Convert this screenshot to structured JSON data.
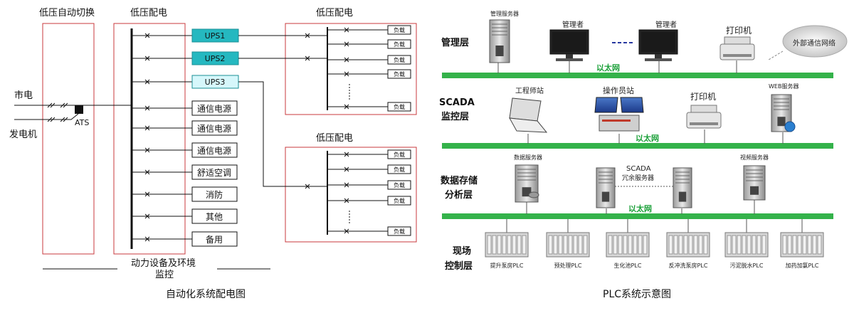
{
  "left": {
    "ats_title": "低压自动切换",
    "main_title": "低压配电",
    "dist_title_top": "低压配电",
    "dist_title_bottom": "低压配电",
    "source_city": "市电",
    "source_gen": "发电机",
    "ats": "ATS",
    "ups": [
      "UPS1",
      "UPS2",
      "UPS3"
    ],
    "feeders": [
      "通信电源",
      "通信电源",
      "通信电源",
      "舒适空调",
      "消防",
      "其他",
      "备用"
    ],
    "load": "负载",
    "monitor": [
      "动力设备及环境",
      "监控"
    ],
    "caption": "自动化系统配电图",
    "colors": {
      "ups_dark": "#25b8c0",
      "ups_light": "#d6f7fb",
      "frame": "#c8393c"
    }
  },
  "right": {
    "layers": {
      "management": "管理层",
      "scada": [
        "SCADA",
        "监控层"
      ],
      "storage": [
        "数据存储",
        "分析层"
      ],
      "field": [
        "现场",
        "控制层"
      ]
    },
    "ethernet": "以太网",
    "mgmt_server": "管理服务器",
    "manager": "管理者",
    "printer": "打印机",
    "external": "外部通信网络",
    "engineer": "工程师站",
    "operator": "操作员站",
    "web_server": "WEB服务器",
    "data_server": "数据服务器",
    "scada_redundant": [
      "SCADA",
      "冗余服务器"
    ],
    "video_server": "视频服务器",
    "plcs": [
      "提升泵房PLC",
      "预处理PLC",
      "生化池PLC",
      "反冲洗泵房PLC",
      "污泥脱水PLC",
      "加药加氯PLC"
    ],
    "caption": "PLC系统示意图",
    "colors": {
      "bus": "#34b24a"
    }
  }
}
